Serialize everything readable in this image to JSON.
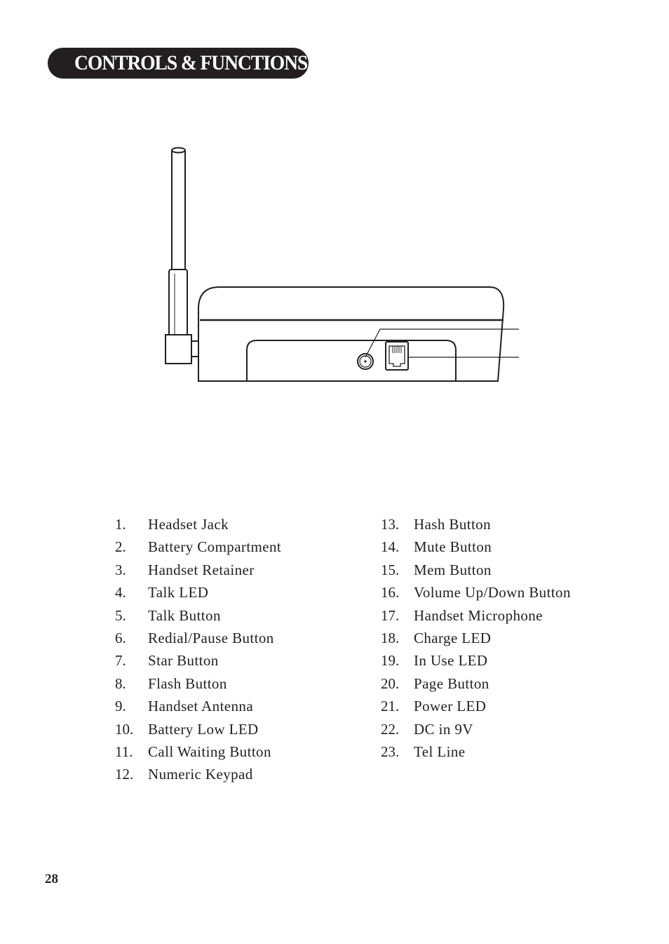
{
  "header": {
    "title": "CONTROLS & FUNCTIONS"
  },
  "figure": {
    "icon": "base-unit-rear-view-icon",
    "stroke_color": "#231f20"
  },
  "parts": {
    "left": [
      {
        "num": "1.",
        "label": "Headset Jack"
      },
      {
        "num": "2.",
        "label": "Battery Compartment"
      },
      {
        "num": "3.",
        "label": "Handset Retainer"
      },
      {
        "num": "4.",
        "label": "Talk LED"
      },
      {
        "num": "5.",
        "label": "Talk Button"
      },
      {
        "num": "6.",
        "label": "Redial/Pause Button"
      },
      {
        "num": "7.",
        "label": "Star Button"
      },
      {
        "num": "8.",
        "label": "Flash Button"
      },
      {
        "num": "9.",
        "label": "Handset Antenna"
      },
      {
        "num": "10.",
        "label": "Battery Low LED"
      },
      {
        "num": "11.",
        "label": "Call Waiting Button"
      },
      {
        "num": "12.",
        "label": "Numeric Keypad"
      }
    ],
    "right": [
      {
        "num": "13.",
        "label": "Hash Button"
      },
      {
        "num": "14.",
        "label": "Mute Button"
      },
      {
        "num": "15.",
        "label": "Mem Button"
      },
      {
        "num": "16.",
        "label": "Volume Up/Down Button"
      },
      {
        "num": "17.",
        "label": "Handset Microphone"
      },
      {
        "num": "18.",
        "label": "Charge LED"
      },
      {
        "num": "19.",
        "label": "In Use LED"
      },
      {
        "num": "20.",
        "label": "Page Button"
      },
      {
        "num": "21.",
        "label": "Power LED"
      },
      {
        "num": "22.",
        "label": "DC in 9V"
      },
      {
        "num": "23.",
        "label": "Tel Line"
      }
    ]
  },
  "footer": {
    "page_number": "28"
  }
}
